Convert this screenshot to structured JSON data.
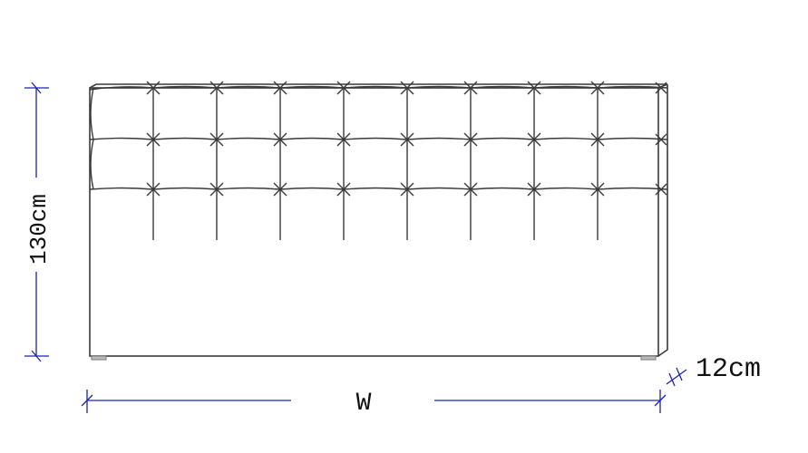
{
  "dimensions": {
    "height_label": "130cm",
    "width_label": "W",
    "depth_label": "12cm"
  },
  "colors": {
    "outline": "#3a3a3a",
    "dimension_line": "#1a23b0",
    "text": "#111111"
  },
  "drawing": {
    "subject": "tufted-headboard",
    "tuft_rows": 3,
    "tuft_columns": 9
  }
}
